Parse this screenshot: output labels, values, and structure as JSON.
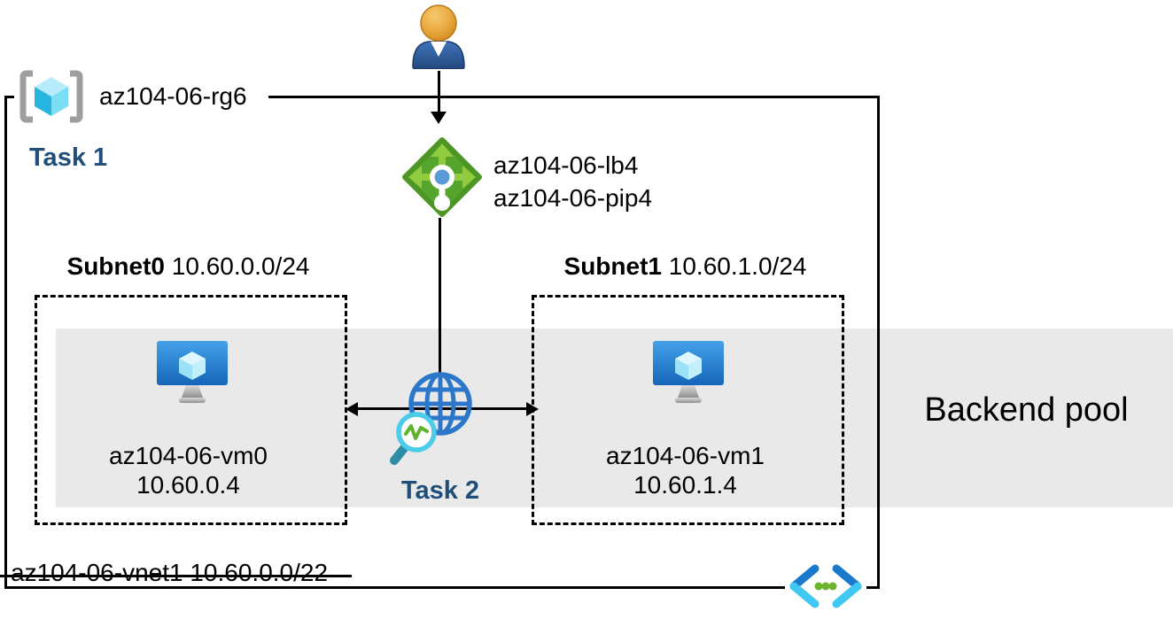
{
  "diagram": {
    "resource_group": {
      "name": "az104-06-rg6",
      "task": "Task 1"
    },
    "load_balancer": {
      "name": "az104-06-lb4",
      "public_ip": "az104-06-pip4"
    },
    "subnets": [
      {
        "name": "Subnet0",
        "cidr": "10.60.0.0/24",
        "vm_name": "az104-06-vm0",
        "vm_ip": "10.60.0.4"
      },
      {
        "name": "Subnet1",
        "cidr": "10.60.1.0/24",
        "vm_name": "az104-06-vm1",
        "vm_ip": "10.60.1.4"
      }
    ],
    "network_watcher_task": "Task 2",
    "backend_pool_label": "Backend pool",
    "vnet": {
      "name": "az104-06-vnet1",
      "cidr": "10.60.0.0/22"
    },
    "icons": {
      "user": "person-icon",
      "resource_group": "resource-group-cube-brackets-icon",
      "load_balancer": "load-balancer-diamond-icon",
      "virtual_machine": "vm-monitor-cube-icon",
      "network_watcher": "globe-magnifier-icon",
      "virtual_network": "vnet-chevrons-dots-icon"
    },
    "colors": {
      "task_label": "#1f4e79",
      "backend_pool_band": "#e9e9e9",
      "load_balancer_green": "#55a42c",
      "globe_blue": "#2c77c9",
      "vm_blue": "#2f86d6",
      "vnet_cyan": "#41c8f2",
      "line_black": "#000000"
    }
  }
}
